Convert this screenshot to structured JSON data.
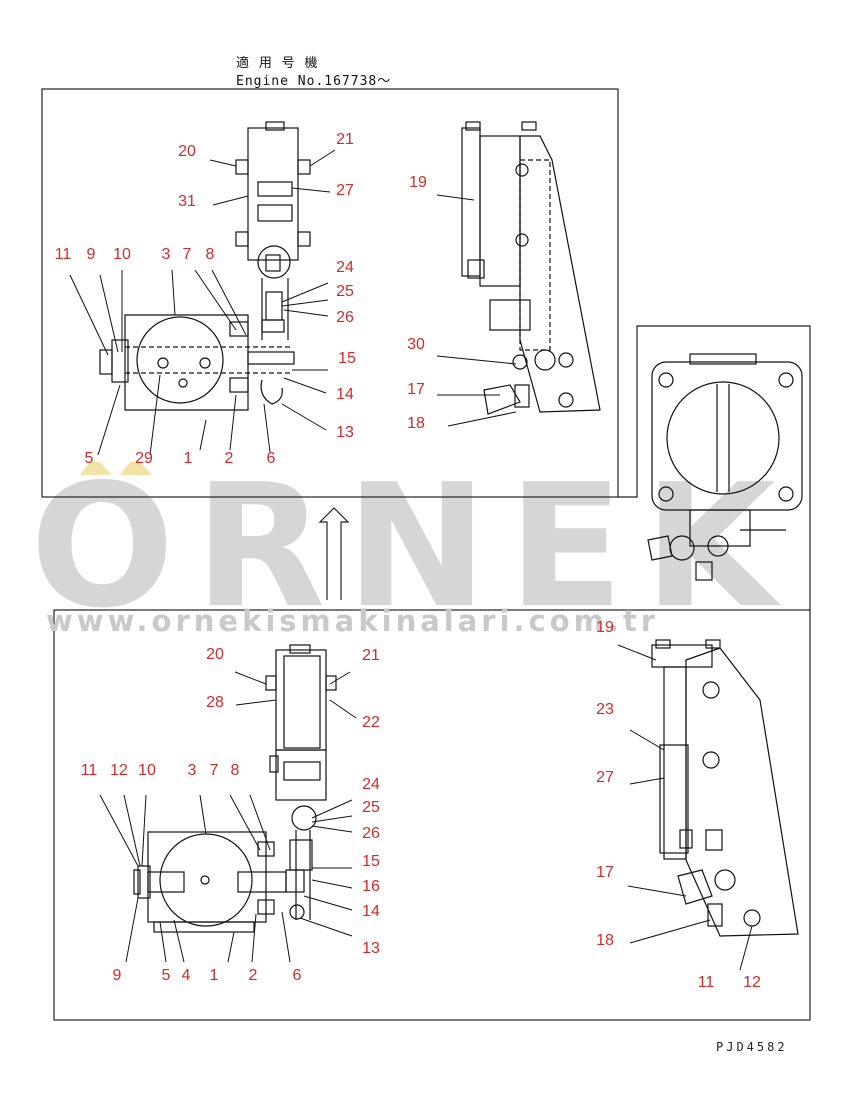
{
  "header": {
    "title_jp": "適 用 号 機",
    "engine_no": "Engine No.167738～"
  },
  "watermark": {
    "brand": "ÖRNEK",
    "url": "www.ornekismakinalari.com.tr"
  },
  "doc_id": "PJD4582",
  "callouts_upper": [
    "20",
    "21",
    "31",
    "27",
    "19",
    "11",
    "9",
    "10",
    "3",
    "7",
    "8",
    "24",
    "25",
    "26",
    "30",
    "15",
    "14",
    "17",
    "18",
    "13",
    "5",
    "29",
    "1",
    "2",
    "6"
  ],
  "callouts_lower": [
    "20",
    "21",
    "28",
    "22",
    "19",
    "23",
    "27",
    "11",
    "12",
    "10",
    "3",
    "7",
    "8",
    "24",
    "25",
    "26",
    "15",
    "16",
    "14",
    "17",
    "18",
    "13",
    "9",
    "5",
    "4",
    "1",
    "2",
    "6",
    "11",
    "12"
  ],
  "colors": {
    "callout": "#d42a2a",
    "line": "#111111",
    "watermark": "#c9c9c9",
    "watermark_accent": "#f3e7b0"
  }
}
